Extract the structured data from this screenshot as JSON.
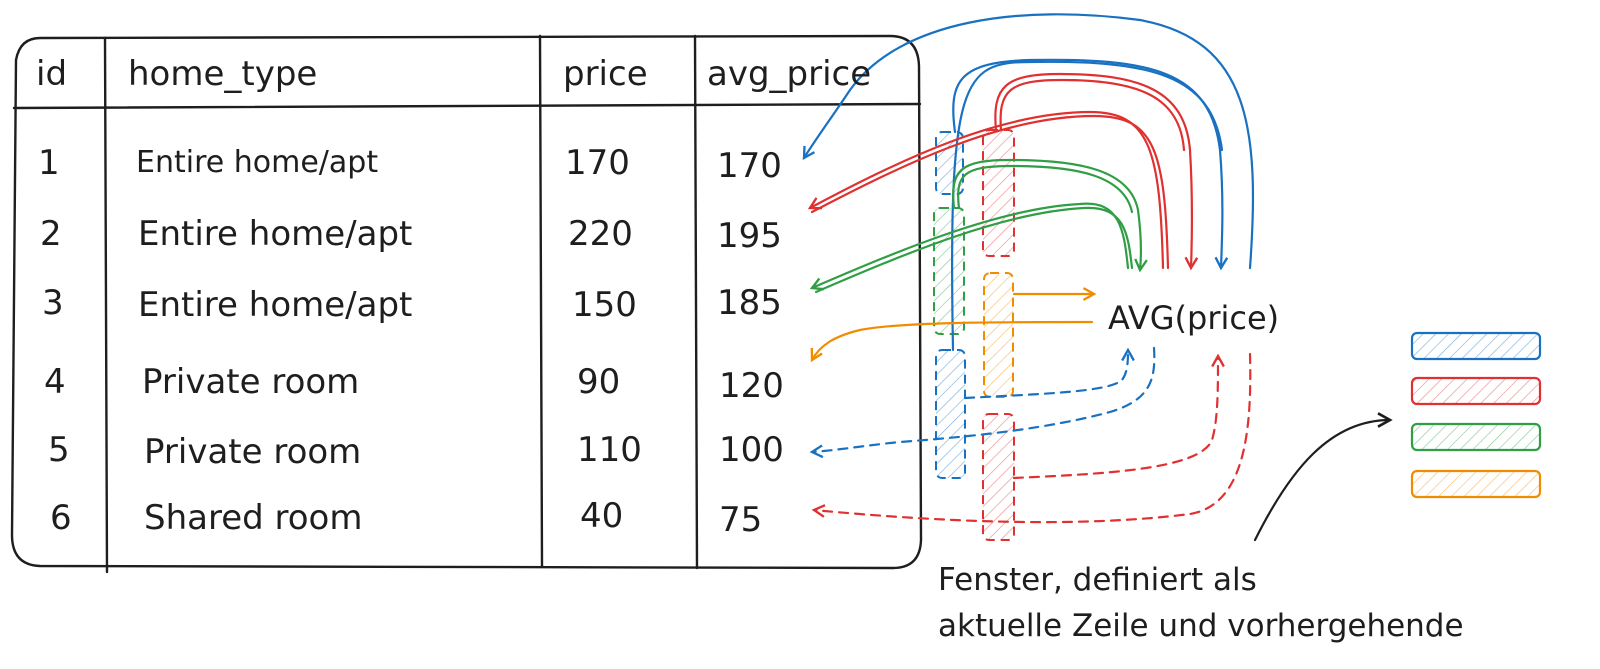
{
  "table": {
    "headers": [
      "id",
      "home_type",
      "price",
      "avg_price"
    ],
    "rows": [
      {
        "id": "1",
        "home_type": "Entire home/apt",
        "price": "170",
        "avg_price": "170"
      },
      {
        "id": "2",
        "home_type": "Entire home/apt",
        "price": "220",
        "avg_price": "195"
      },
      {
        "id": "3",
        "home_type": "Entire home/apt",
        "price": "150",
        "avg_price": "185"
      },
      {
        "id": "4",
        "home_type": "Private room",
        "price": "90",
        "avg_price": "120"
      },
      {
        "id": "5",
        "home_type": "Private room",
        "price": "110",
        "avg_price": "100"
      },
      {
        "id": "6",
        "home_type": "Shared room",
        "price": "40",
        "avg_price": "75"
      }
    ]
  },
  "function_label": "AVG(price)",
  "caption": {
    "line1": "Fenster, definiert als",
    "line2": "aktuelle Zeile und vorhergehende"
  },
  "colors": {
    "blue": "#1971c2",
    "red": "#e03131",
    "green": "#2f9e44",
    "orange": "#f08c00",
    "ink": "#1e1e1e"
  },
  "icons": [
    "arrow-icon",
    "hatched-window-icon"
  ]
}
